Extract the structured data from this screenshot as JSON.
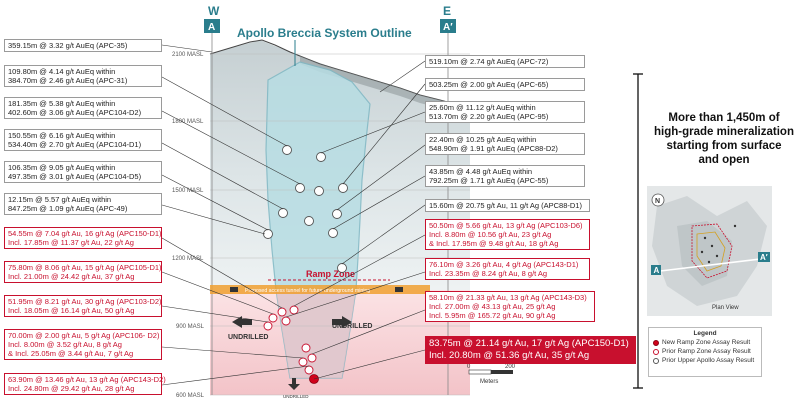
{
  "section": {
    "west_letter": "W",
    "west_marker": "A",
    "east_letter": "E",
    "east_marker": "A′",
    "title": "Apollo Breccia System Outline",
    "elevations": [
      "2100 MASL",
      "1800 MASL",
      "1500 MASL",
      "1200 MASL",
      "900 MASL",
      "600 MASL"
    ],
    "ramp_zone_label": "Ramp Zone",
    "ramp_zone_note": "Proposed access tunnel for future underground mining",
    "undrilled_left": "UNDRILLED",
    "undrilled_right": "UNDRILLED",
    "undrilled_bottom": "UNDRILLED",
    "scale_start": "0",
    "scale_end": "200",
    "scale_unit": "Meters"
  },
  "left_labels": [
    {
      "lines": [
        "359.15m @ 3.32 g/t AuEq (APC-35)"
      ],
      "color": "prior_upper"
    },
    {
      "lines": [
        "109.80m @ 4.14 g/t AuEq within",
        "384.70m @ 2.46 g/t AuEq (APC-31)"
      ],
      "color": "prior_upper"
    },
    {
      "lines": [
        "181.35m @ 5.38 g/t AuEq within",
        "402.60m @ 3.06 g/t AuEq (APC104-D2)"
      ],
      "color": "prior_upper"
    },
    {
      "lines": [
        "150.55m @ 6.16 g/t AuEq within",
        "534.40m @ 2.70 g/t AuEq (APC104-D1)"
      ],
      "color": "prior_upper"
    },
    {
      "lines": [
        "106.35m @ 9.05 g/t AuEq within",
        "497.35m @ 3.01 g/t AuEq (APC104-D5)"
      ],
      "color": "prior_upper"
    },
    {
      "lines": [
        "12.15m @ 5.57 g/t AuEq within",
        "847.25m @ 1.09 g/t AuEq (APC-49)"
      ],
      "color": "prior_upper"
    },
    {
      "lines": [
        "54.55m @ 7.04 g/t Au, 16 g/t Ag (APC150-D1)",
        "Incl. 17.85m @ 11.37 g/t Au, 22 g/t Ag"
      ],
      "color": "ramp"
    },
    {
      "lines": [
        "75.80m @ 8.06 g/t Au, 15 g/t Ag (APC105-D1)",
        "Incl. 21.00m @ 24.42 g/t Au, 37 g/t Ag"
      ],
      "color": "ramp"
    },
    {
      "lines": [
        "51.95m @ 8.21 g/t Au, 30 g/t Ag (APC103-D2)",
        "Incl. 18.05m @ 16.14 g/t Au, 50 g/t Ag"
      ],
      "color": "ramp"
    },
    {
      "lines": [
        "70.00m @ 2.00 g/t Au, 5 g/t Ag (APC106- D2)",
        "Incl. 8.00m @ 3.52 g/t Au, 8 g/t Ag",
        "& Incl. 25.05m @ 3.44 g/t Au, 7 g/t Ag"
      ],
      "color": "ramp"
    },
    {
      "lines": [
        "63.90m @ 13.46 g/t Au, 13 g/t Ag (APC143-D2)",
        "Incl. 24.80m @ 29.42 g/t Au, 28 g/t Ag"
      ],
      "color": "ramp"
    }
  ],
  "right_labels": [
    {
      "lines": [
        "519.10m @ 2.74 g/t AuEq (APC-72)"
      ],
      "color": "prior_upper"
    },
    {
      "lines": [
        "503.25m @ 2.00 g/t AuEq (APC-65)"
      ],
      "color": "prior_upper"
    },
    {
      "lines": [
        "25.60m @ 11.12 g/t AuEq within",
        "513.70m @ 2.20 g/t AuEq (APC-95)"
      ],
      "color": "prior_upper"
    },
    {
      "lines": [
        "22.40m @ 10.25 g/t AuEq within",
        "548.90m @ 1.91 g/t AuEq (APC88-D2)"
      ],
      "color": "prior_upper"
    },
    {
      "lines": [
        "43.85m @ 4.48 g/t AuEq within",
        "792.25m @ 1.71 g/t AuEq (APC-55)"
      ],
      "color": "prior_upper"
    },
    {
      "lines": [
        "15.60m @ 20.75 g/t Au, 11 g/t Ag (APC88-D1)"
      ],
      "color": "prior_upper"
    },
    {
      "lines": [
        "50.50m @ 5.66 g/t Au, 13 g/t Ag (APC103-D6)",
        "Incl. 8.80m @ 10.56 g/t Au, 23 g/t Ag",
        "& Incl. 17.95m @ 9.48 g/t Au, 18 g/t Ag"
      ],
      "color": "ramp"
    },
    {
      "lines": [
        "76.10m @ 3.26 g/t Au, 4 g/t Ag (APC143-D1)",
        "Incl. 23.35m @ 8.24 g/t Au, 8 g/t Ag"
      ],
      "color": "ramp"
    },
    {
      "lines": [
        "58.10m @ 21.33 g/t Au, 13 g/t Ag (APC143-D3)",
        "Incl. 27.00m @ 43.13 g/t Au, 25 g/t Ag",
        "Incl. 5.95m @ 165.72 g/t Au, 90 g/t Ag"
      ],
      "color": "ramp"
    }
  ],
  "highlight_label": {
    "lines": [
      "83.75m @ 21.14 g/t Au, 17 g/t Ag (APC150-D1)",
      "Incl. 20.80m @ 51.36 g/t Au, 35 g/t Ag"
    ]
  },
  "side_text": [
    "More than 1,450m of",
    "high-grade mineralization",
    "starting from surface",
    "and open"
  ],
  "plan_view": {
    "north": "N",
    "marker_a": "A",
    "marker_a_prime": "A′",
    "caption": "Plan View"
  },
  "legend": {
    "title": "Legend",
    "items": [
      {
        "label": "New Ramp Zone Assay Result",
        "color": "#d0021b",
        "filled": true
      },
      {
        "label": "Prior Ramp Zone Assay Result",
        "color": "#c8102e",
        "filled": false
      },
      {
        "label": "Prior Upper Apollo Assay Result",
        "color": "#555555",
        "filled": false
      }
    ]
  },
  "colors": {
    "breccia_fill": "#b7dde3",
    "breccia_stroke": "#7fb8c4",
    "title_color": "#2a7d8c",
    "ramp_red": "#c8102e",
    "prior_upper_border": "#9a9a9a",
    "ramp_band": "#f0a030",
    "lower_zone_fill": "#f7d4d7"
  }
}
